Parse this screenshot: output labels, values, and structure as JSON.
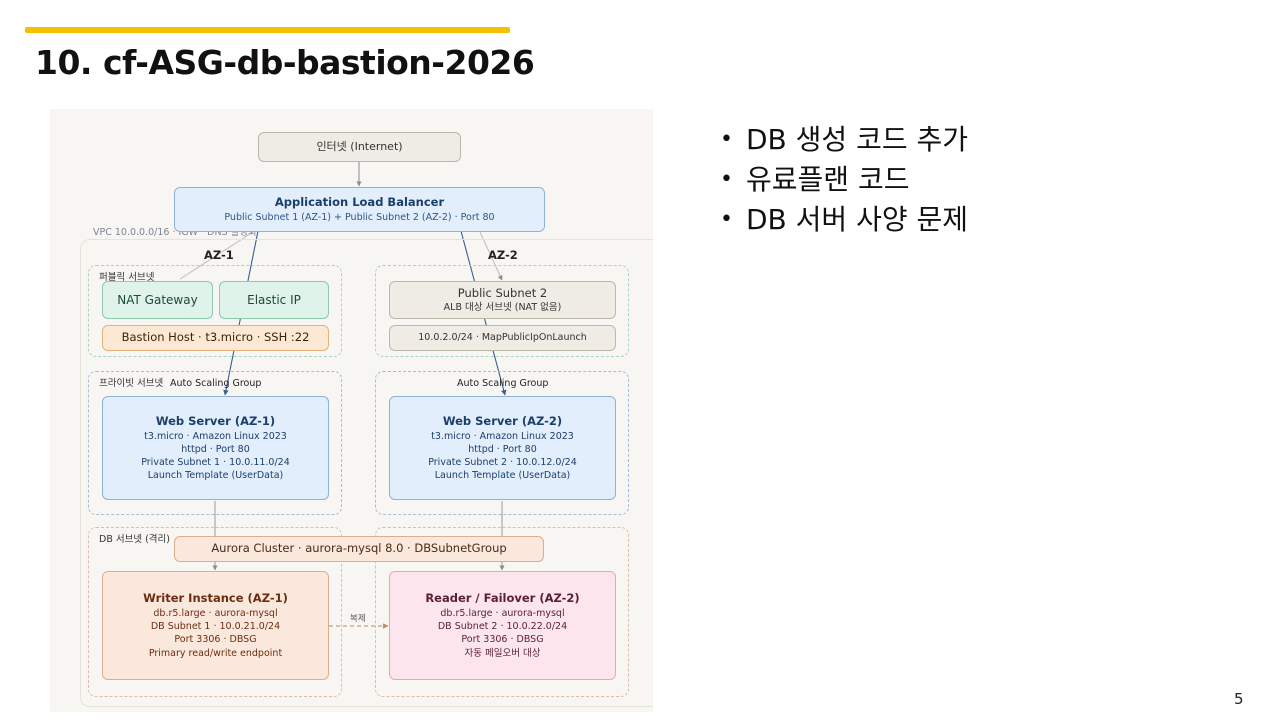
{
  "slide": {
    "title": "10. cf-ASG-db-bastion-2026",
    "page_number": "5",
    "accent_color": "#f5c000"
  },
  "diagram": {
    "internet": "인터넷 (Internet)",
    "alb": {
      "title": "Application Load Balancer",
      "subtitle": "Public Subnet 1 (AZ-1) + Public Subnet 2 (AZ-2) · Port 80"
    },
    "vpc_label": "VPC 10.0.0.0/16 · IGW · DNS 활성화",
    "az1_label": "AZ-1",
    "az2_label": "AZ-2",
    "public_subnet_label": "퍼블릭 서브넷",
    "private_subnet_label": "프라이빗 서브넷",
    "db_subnet_label": "DB 서브넷 (격리)",
    "nat_gateway": "NAT Gateway",
    "elastic_ip": "Elastic IP",
    "bastion": "Bastion Host · t3.micro · SSH :22",
    "public_subnet2": {
      "title": "Public Subnet 2",
      "subtitle": "ALB 대상 서브넷 (NAT 없음)"
    },
    "public_subnet2_cidr": "10.0.2.0/24 · MapPublicIpOnLaunch",
    "asg_label_1": "Auto Scaling Group",
    "asg_label_2": "Auto Scaling Group",
    "web1": {
      "title": "Web Server (AZ-1)",
      "lines": [
        "t3.micro · Amazon Linux 2023",
        "httpd · Port 80",
        "Private Subnet 1 · 10.0.11.0/24",
        "Launch Template (UserData)"
      ]
    },
    "web2": {
      "title": "Web Server (AZ-2)",
      "lines": [
        "t3.micro · Amazon Linux 2023",
        "httpd · Port 80",
        "Private Subnet 2 · 10.0.12.0/24",
        "Launch Template (UserData)"
      ]
    },
    "aurora": "Aurora Cluster · aurora-mysql 8.0 · DBSubnetGroup",
    "writer": {
      "title": "Writer Instance (AZ-1)",
      "lines": [
        "db.r5.large · aurora-mysql",
        "DB Subnet 1 · 10.0.21.0/24",
        "Port 3306 · DBSG",
        "Primary read/write endpoint"
      ]
    },
    "reader": {
      "title": "Reader / Failover (AZ-2)",
      "lines": [
        "db.r5.large · aurora-mysql",
        "DB Subnet 2 · 10.0.22.0/24",
        "Port 3306 · DBSG",
        "자동 페일오버 대상"
      ]
    },
    "replication_label": "복제"
  },
  "bullets": [
    "DB 생성 코드 추가",
    "유료플랜 코드",
    "DB 서버 사양 문제"
  ]
}
